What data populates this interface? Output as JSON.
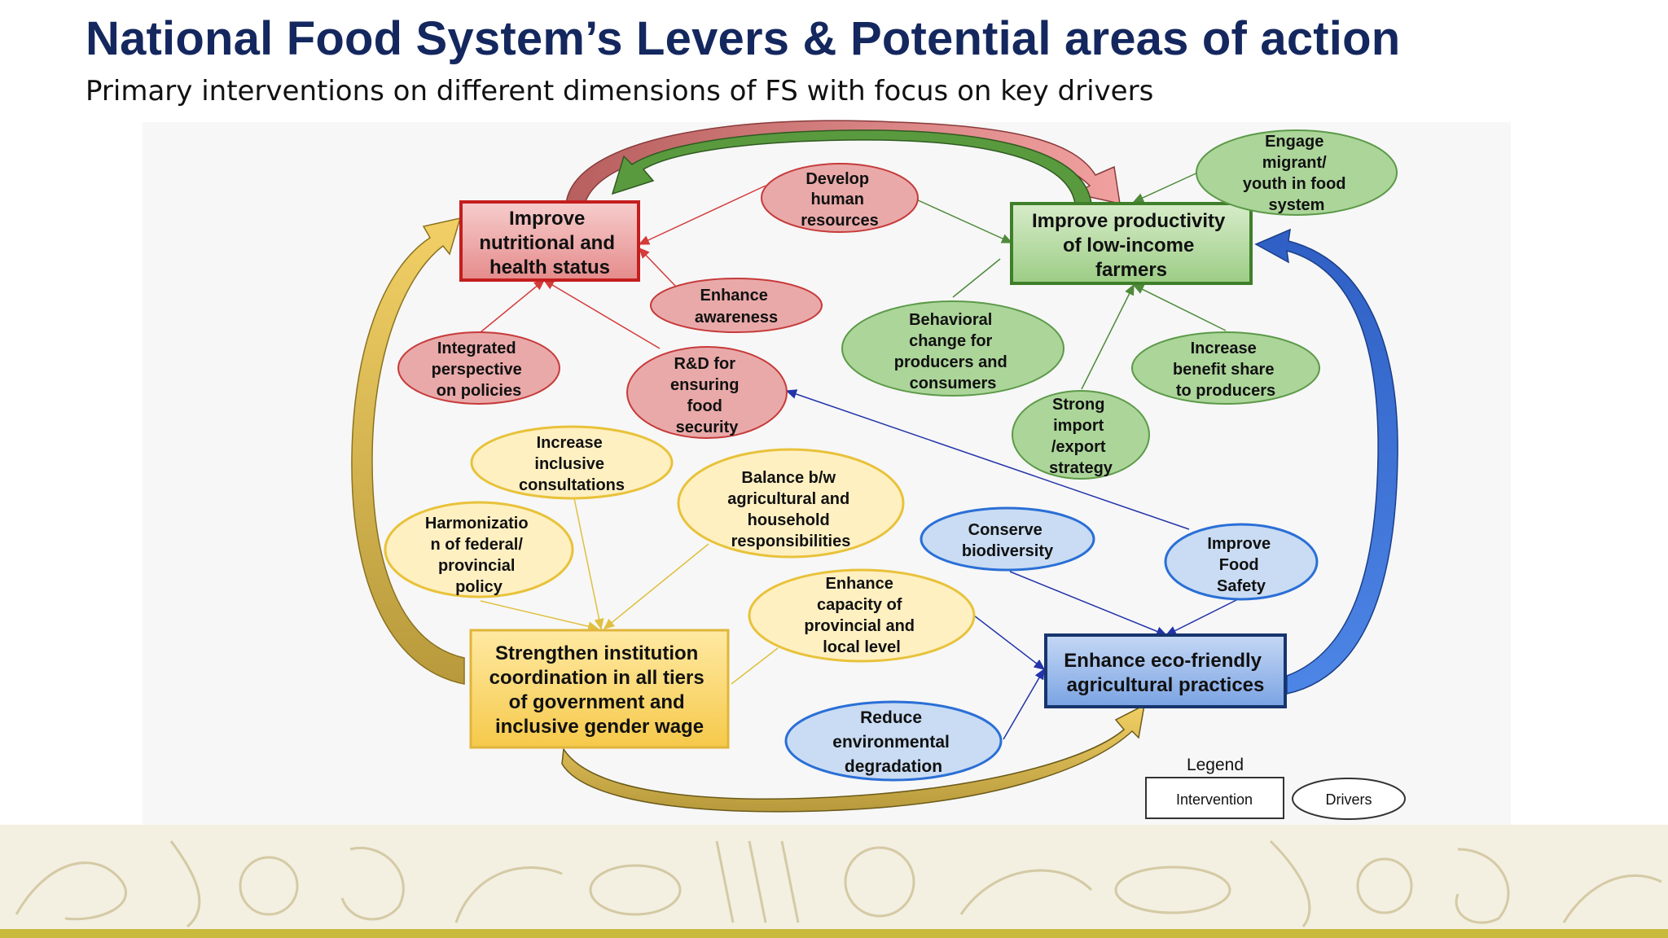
{
  "title": "National Food System’s Levers & Potential areas of action",
  "subtitle": "Primary interventions on different dimensions of FS with focus on key drivers",
  "colors": {
    "title": "#14275e",
    "red_fill": "#e9a9a9",
    "red_stroke": "#c73a3a",
    "green_fill": "#acd59a",
    "green_stroke": "#4e8a3a",
    "yellow_fill": "#fff0c2",
    "yellow_stroke": "#e8c23a",
    "blue_fill": "#c9dcf3",
    "blue_stroke": "#2a6fd6"
  },
  "interventions": {
    "nutrition": [
      "Improve",
      "nutritional and",
      "health status"
    ],
    "productivity": [
      "Improve productivity",
      "of low-income",
      "farmers"
    ],
    "institution": [
      "Strengthen institution",
      "coordination in all tiers",
      "of government and",
      "inclusive gender wage"
    ],
    "eco": [
      "Enhance eco-friendly",
      "agricultural practices"
    ]
  },
  "drivers": {
    "develop_human": [
      "Develop",
      "human",
      "resources"
    ],
    "enhance_awareness": [
      "Enhance",
      "awareness"
    ],
    "integrated_perspective": [
      "Integrated",
      "perspective",
      "on policies"
    ],
    "rd_food_security": [
      "R&D for",
      "ensuring",
      "food",
      "security"
    ],
    "engage_migrant": [
      "Engage",
      "migrant/",
      "youth in food",
      "system"
    ],
    "behavioral_change": [
      "Behavioral",
      "change for",
      "producers and",
      "consumers"
    ],
    "increase_benefit": [
      "Increase",
      "benefit share",
      "to producers"
    ],
    "strong_import": [
      "Strong",
      "import",
      "/export",
      "strategy"
    ],
    "inclusive_consultations": [
      "Increase",
      "inclusive",
      "consultations"
    ],
    "harmonization": [
      "Harmonizatio",
      "n of federal/",
      "provincial",
      "policy"
    ],
    "balance": [
      "Balance b/w",
      "agricultural and",
      "household",
      "responsibilities"
    ],
    "enhance_capacity": [
      "Enhance",
      "capacity of",
      "provincial and",
      "local level"
    ],
    "conserve_biodiversity": [
      "Conserve",
      "biodiversity"
    ],
    "improve_food_safety": [
      "Improve",
      "Food",
      "Safety"
    ],
    "reduce_degradation": [
      "Reduce",
      "environmental",
      "degradation"
    ]
  },
  "legend": {
    "title": "Legend",
    "intervention": "Intervention",
    "drivers": "Drivers"
  }
}
